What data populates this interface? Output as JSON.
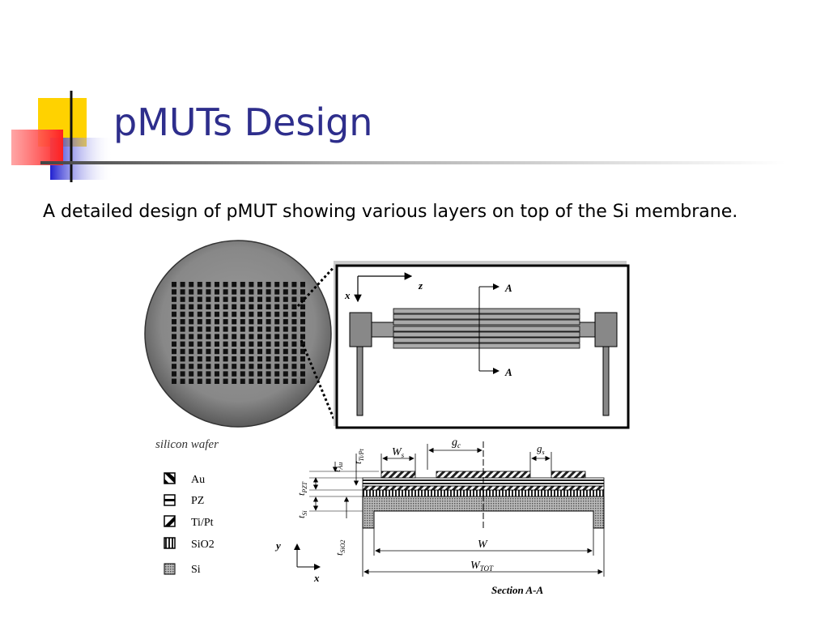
{
  "slide": {
    "title": "pMUTs Design",
    "subtitle": "A detailed design of pMUT showing various layers on top of the Si membrane."
  },
  "wafer": {
    "caption": "silicon wafer"
  },
  "top_view": {
    "axis_x": "x",
    "axis_z": "z",
    "section_top": "A",
    "section_bottom": "A"
  },
  "legend": [
    {
      "label": "Au",
      "icon": "diagonal-fill-swatch-icon"
    },
    {
      "label": "PZ",
      "icon": "horizontal-stripe-swatch-icon"
    },
    {
      "label": "Ti/Pt",
      "icon": "diagonal-stripe-swatch-icon"
    },
    {
      "label": "SiO2",
      "icon": "vertical-stripe-swatch-icon"
    },
    {
      "label": "Si",
      "icon": "dotted-swatch-icon"
    }
  ],
  "section": {
    "caption": "Section A-A",
    "t_au": "t",
    "t_au_sub": "Au",
    "t_tipt": "t",
    "t_tipt_sub": "Ti/Pt",
    "t_pzt": "t",
    "t_pzt_sub": "PZT",
    "t_si": "t",
    "t_si_sub": "Si",
    "t_sio2": "t",
    "t_sio2_sub": "SiO2",
    "ws": "W",
    "ws_sub": "s",
    "gc": "g",
    "gc_sub": "c",
    "gs": "g",
    "gs_sub": "s",
    "w": "W",
    "wtot": "W",
    "wtot_sub": "TOT",
    "axis_y": "y",
    "axis_x": "x"
  },
  "colors": {
    "title": "#2e2e8c",
    "deco_yellow": "#ffd200",
    "deco_blue": "#2a2ad8",
    "deco_red": "#ff3030"
  }
}
